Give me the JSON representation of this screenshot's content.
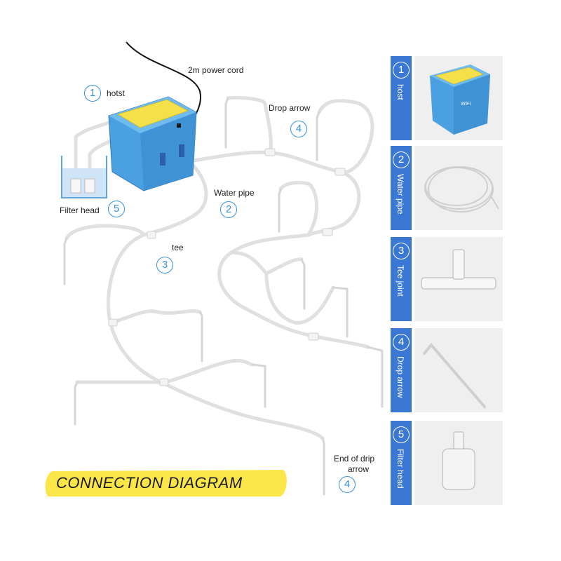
{
  "title": "CONNECTION DIAGRAM",
  "labels": {
    "power_cord": "2m power cord",
    "host_num": "1",
    "host": "hotst",
    "drop_arrow_num": "4",
    "drop_arrow": "Drop arrow",
    "water_pipe_num": "2",
    "water_pipe": "Water pipe",
    "filter_head_num": "5",
    "filter_head": "Filter head",
    "tee_num": "3",
    "tee": "tee",
    "end_of_drip_arrow_num": "4",
    "end_of_drip_arrow_line1": "End of drip",
    "end_of_drip_arrow_line2": "arrow"
  },
  "legend": [
    {
      "num": "1",
      "name": "host"
    },
    {
      "num": "2",
      "name": "Water pipe"
    },
    {
      "num": "3",
      "name": "Tee joint"
    },
    {
      "num": "4",
      "name": "Drop arrow"
    },
    {
      "num": "5",
      "name": "Filter head"
    }
  ],
  "device_screen_text": "WiFi",
  "colors": {
    "device_blue": "#4aa0e0",
    "device_yellow": "#f4e04a",
    "accent_blue": "#3b78d3",
    "number_blue": "#3a8fd8",
    "banner_yellow": "#fbe64a",
    "tube": "#e3e3e3",
    "panel_bg": "#efefef"
  }
}
